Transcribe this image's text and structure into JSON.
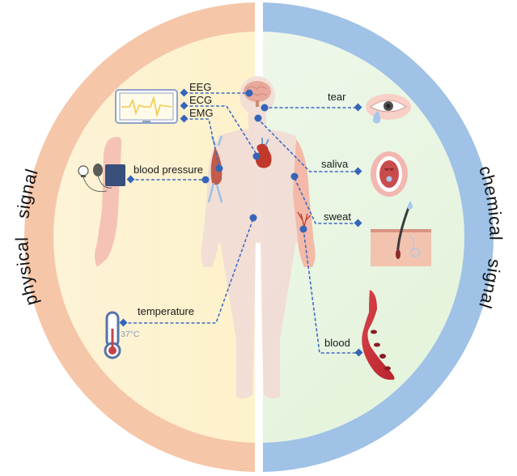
{
  "title": "Physical and chemical signals monitored on the human body",
  "ring": {
    "left_label": "physical signal",
    "left_words": [
      "physical",
      "signal"
    ],
    "right_label": "chemical signal",
    "right_words": [
      "chemical",
      "signal"
    ],
    "colors": {
      "left_ring": "#f6c6a8",
      "right_ring": "#9fc2e6",
      "left_fill": "#fdf1c6",
      "right_fill": "#eaf6e4",
      "connector": "#3f6cc4",
      "dot": "#3565b8"
    }
  },
  "physical": {
    "monitor_signals": [
      "EEG",
      "ECG",
      "EMG"
    ],
    "blood_pressure": "blood pressure",
    "temperature": "temperature",
    "thermometer_reading": "37°C"
  },
  "chemical": {
    "tear": "tear",
    "saliva": "saliva",
    "sweat": "sweat",
    "blood": "blood"
  },
  "icons": {
    "monitor": "ecg-monitor-icon",
    "sphygmomanometer": "blood-pressure-cuff-icon",
    "thermometer": "thermometer-icon",
    "eye": "tear-eye-icon",
    "mouth": "saliva-mouth-icon",
    "skin": "sweat-gland-icon",
    "vessel": "blood-vessel-icon",
    "body": "human-body-icon",
    "brain": "brain-icon",
    "heart": "heart-icon",
    "muscle": "muscle-icon"
  }
}
